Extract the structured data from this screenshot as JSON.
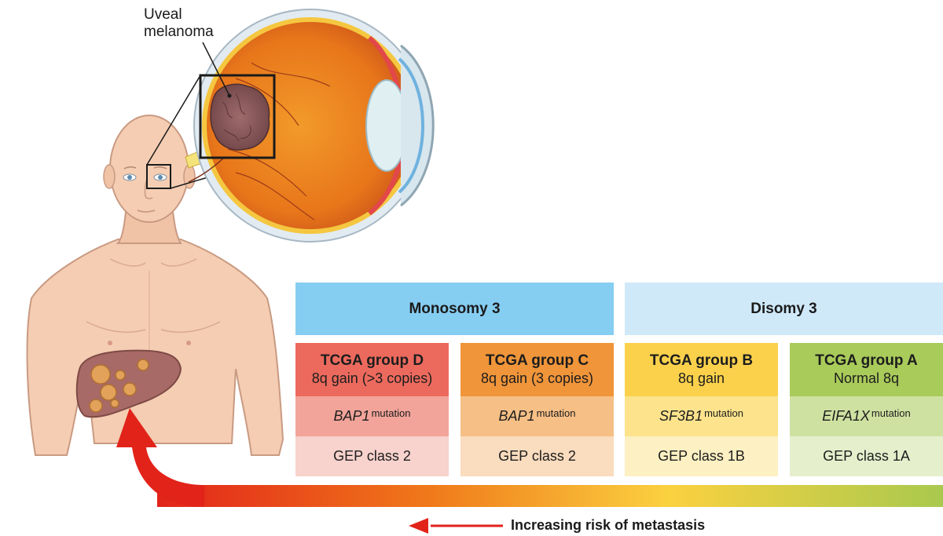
{
  "labels": {
    "uveal_line1": "Uveal",
    "uveal_line2": "melanoma",
    "risk": "Increasing risk of metastasis"
  },
  "headers": [
    {
      "label": "Monosomy 3",
      "color": "#86cdf2"
    },
    {
      "label": "Disomy 3",
      "color": "#cfe9f9"
    }
  ],
  "groups": [
    {
      "name": "TCGA group D",
      "subtitle": "8q gain (>3 copies)",
      "gene": "BAP1",
      "mutation": "mutation",
      "gep": "GEP class 2",
      "colors": [
        "#ec6a5d",
        "#f2a49a",
        "#f8d2cd"
      ]
    },
    {
      "name": "TCGA group C",
      "subtitle": "8q gain (3 copies)",
      "gene": "BAP1",
      "mutation": "mutation",
      "gep": "GEP class 2",
      "colors": [
        "#f0953a",
        "#f6bf86",
        "#fadcbe"
      ]
    },
    {
      "name": "TCGA group B",
      "subtitle": "8q gain",
      "gene": "SF3B1",
      "mutation": "mutation",
      "gep": "GEP class 1B",
      "colors": [
        "#fbd14c",
        "#fce38c",
        "#fdf0c2"
      ]
    },
    {
      "name": "TCGA group A",
      "subtitle": "Normal 8q",
      "gene": "EIFA1X",
      "mutation": "mutation",
      "gep": "GEP class 1A",
      "colors": [
        "#a9cb5a",
        "#cfe1a1",
        "#e5efcc"
      ]
    }
  ],
  "colors": {
    "skin": "#f4cdb2",
    "skin_outline": "#c99a82",
    "liver": "#a86a66",
    "tumor": "#8a5a5c",
    "arrow": "#e2231a",
    "sclera": "#e2ebf1",
    "choroid": "#e0741a"
  }
}
